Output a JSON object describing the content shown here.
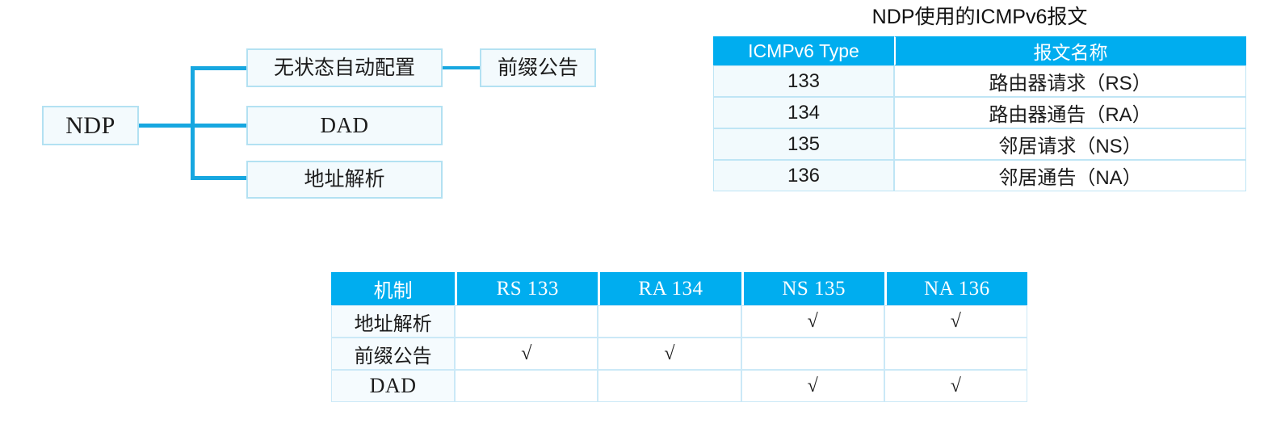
{
  "colors": {
    "accent_cyan": "#00adef",
    "connector_blue": "#17a7e0",
    "box_border": "#b3e1f2",
    "box_fill": "#f3fafd",
    "cell_border": "#bfe5f5",
    "tint_cell": "#f2fafd"
  },
  "diagram": {
    "root": {
      "label": "NDP"
    },
    "branches": [
      {
        "label": "无状态自动配置"
      },
      {
        "label": "DAD"
      },
      {
        "label": "地址解析"
      }
    ],
    "leaf": {
      "label": "前缀公告"
    }
  },
  "icmp_table": {
    "title": "NDP使用的ICMPv6报文",
    "columns": [
      "ICMPv6 Type",
      "报文名称"
    ],
    "rows": [
      {
        "type": "133",
        "name": "路由器请求（RS）"
      },
      {
        "type": "134",
        "name": "路由器通告（RA）"
      },
      {
        "type": "135",
        "name": "邻居请求（NS）"
      },
      {
        "type": "136",
        "name": "邻居通告（NA）"
      }
    ]
  },
  "mechanism_table": {
    "columns": [
      "机制",
      "RS 133",
      "RA 134",
      "NS 135",
      "NA 136"
    ],
    "check_mark": "√",
    "rows": [
      {
        "mechanism": "地址解析",
        "rs133": "",
        "ra134": "",
        "ns135": "√",
        "na136": "√"
      },
      {
        "mechanism": "前缀公告",
        "rs133": "√",
        "ra134": "√",
        "ns135": "",
        "na136": ""
      },
      {
        "mechanism": "DAD",
        "rs133": "",
        "ra134": "",
        "ns135": "√",
        "na136": "√"
      }
    ]
  }
}
